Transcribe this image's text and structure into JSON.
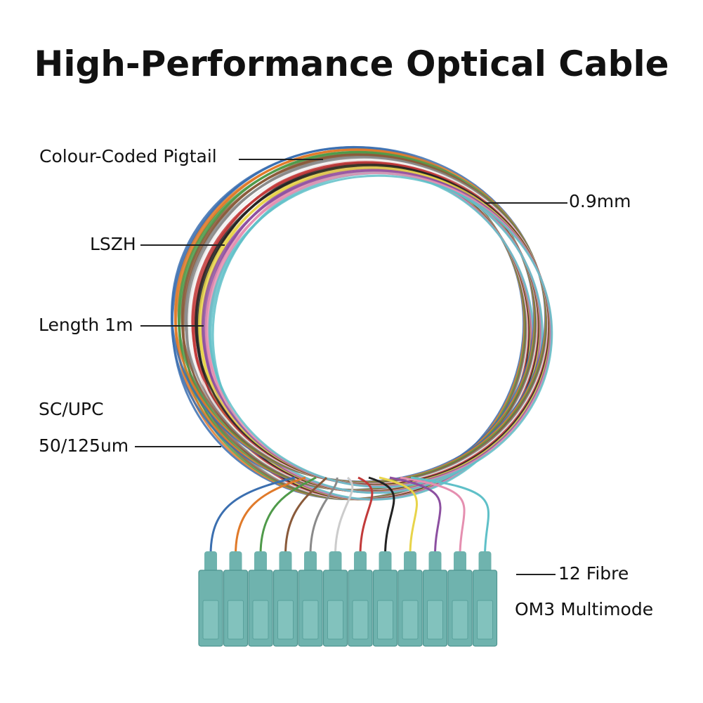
{
  "title": "High-Performance Optical Cable",
  "labels": {
    "pigtail": "Colour-Coded Pigtail",
    "diameter": "0.9mm",
    "material": "LSZH",
    "length": "Length 1m",
    "connector": "SC/UPC",
    "core": "50/125um",
    "fibre_count": "12 Fibre",
    "mode": "OM3 Multimode"
  },
  "fibre_colors": [
    "#3b6fb0",
    "#e07a2a",
    "#4f9a4a",
    "#8a5a3a",
    "#8a8a8a",
    "#f2f2f2",
    "#c23a3a",
    "#222222",
    "#e8d44a",
    "#8c4fa0",
    "#e58fb0",
    "#5fc0c8"
  ],
  "connector_color": "#6fb3ae",
  "connector_count": 12
}
